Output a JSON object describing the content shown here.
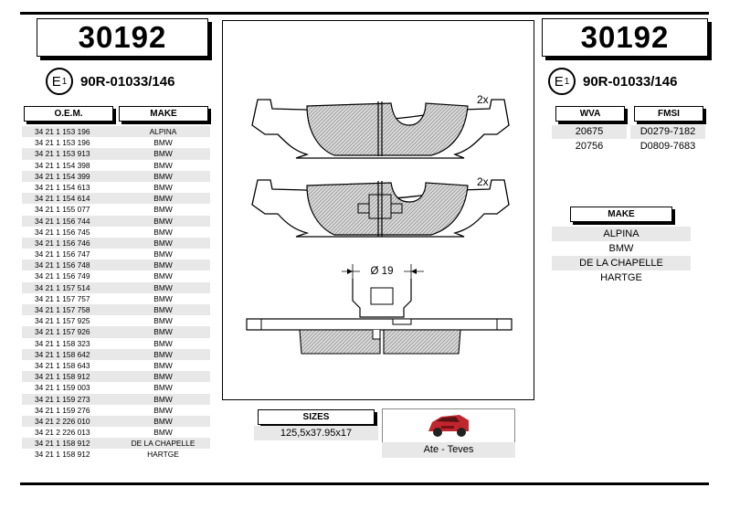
{
  "part_number": "30192",
  "approval_mark": "E1",
  "approval_code": "90R-01033/146",
  "oem_table": {
    "col_oem": "O.E.M.",
    "col_make": "MAKE",
    "rows": [
      {
        "oem": "34 21 1 153 196",
        "make": "ALPINA"
      },
      {
        "oem": "34 21 1 153 196",
        "make": "BMW"
      },
      {
        "oem": "34 21 1 153 913",
        "make": "BMW"
      },
      {
        "oem": "34 21 1 154 398",
        "make": "BMW"
      },
      {
        "oem": "34 21 1 154 399",
        "make": "BMW"
      },
      {
        "oem": "34 21 1 154 613",
        "make": "BMW"
      },
      {
        "oem": "34 21 1 154 614",
        "make": "BMW"
      },
      {
        "oem": "34 21 1 155 077",
        "make": "BMW"
      },
      {
        "oem": "34 21 1 156 744",
        "make": "BMW"
      },
      {
        "oem": "34 21 1 156 745",
        "make": "BMW"
      },
      {
        "oem": "34 21 1 156 746",
        "make": "BMW"
      },
      {
        "oem": "34 21 1 156 747",
        "make": "BMW"
      },
      {
        "oem": "34 21 1 156 748",
        "make": "BMW"
      },
      {
        "oem": "34 21 1 156 749",
        "make": "BMW"
      },
      {
        "oem": "34 21 1 157 514",
        "make": "BMW"
      },
      {
        "oem": "34 21 1 157 757",
        "make": "BMW"
      },
      {
        "oem": "34 21 1 157 758",
        "make": "BMW"
      },
      {
        "oem": "34 21 1 157 925",
        "make": "BMW"
      },
      {
        "oem": "34 21 1 157 926",
        "make": "BMW"
      },
      {
        "oem": "34 21 1 158 323",
        "make": "BMW"
      },
      {
        "oem": "34 21 1 158 642",
        "make": "BMW"
      },
      {
        "oem": "34 21 1 158 643",
        "make": "BMW"
      },
      {
        "oem": "34 21 1 158 912",
        "make": "BMW"
      },
      {
        "oem": "34 21 1 159 003",
        "make": "BMW"
      },
      {
        "oem": "34 21 1 159 273",
        "make": "BMW"
      },
      {
        "oem": "34 21 1 159 276",
        "make": "BMW"
      },
      {
        "oem": "34 21 2 226 010",
        "make": "BMW"
      },
      {
        "oem": "34 21 2 226 013",
        "make": "BMW"
      },
      {
        "oem": "34 21 1 158 912",
        "make": "DE LA CHAPELLE"
      },
      {
        "oem": "34 21 1 158 912",
        "make": "HARTGE"
      }
    ]
  },
  "drawing": {
    "qty_top": "2x",
    "qty_bottom": "2x",
    "diameter": "Ø 19"
  },
  "sizes": {
    "label": "SIZES",
    "value": "125,5x37.95x17"
  },
  "manufacturer": "Ate - Teves",
  "wva": {
    "label": "WVA",
    "values": [
      "20675",
      "20756"
    ]
  },
  "fmsi": {
    "label": "FMSI",
    "values": [
      "D0279-7182",
      "D0809-7683"
    ]
  },
  "makes": {
    "label": "MAKE",
    "values": [
      "ALPINA",
      "BMW",
      "DE LA CHAPELLE",
      "HARTGE"
    ]
  }
}
